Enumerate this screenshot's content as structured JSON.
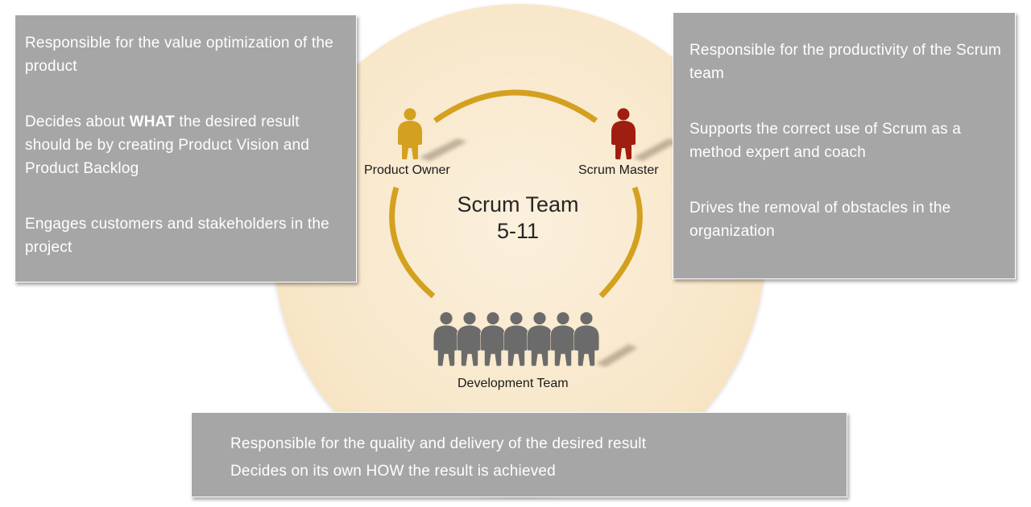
{
  "roles": {
    "product_owner": {
      "label": "Product Owner",
      "color": "#d4a020",
      "points": [
        {
          "before": "Responsible for the value optimization of the product",
          "emph": "",
          "after": ""
        },
        {
          "before": "Decides about ",
          "emph": "WHAT",
          "after": " the desired result should be by creating Product Vision and Product Backlog"
        },
        {
          "before": "Engages customers and stakeholders in the project",
          "emph": "",
          "after": ""
        }
      ]
    },
    "scrum_master": {
      "label": "Scrum Master",
      "color": "#a01e10",
      "points": [
        "Responsible for the productivity of the Scrum team",
        "Supports the correct use of Scrum as a method expert and coach",
        "Drives the removal of obstacles in the organization"
      ]
    },
    "development_team": {
      "label": "Development Team",
      "color": "#6b6b6b",
      "points": [
        "Responsible for the quality and delivery of the desired result",
        "Decides on its own HOW the result is achieved"
      ]
    }
  },
  "team": {
    "title": "Scrum Team",
    "size": "5-11"
  },
  "colors": {
    "box_fill": "#a6a6a6",
    "arc": "#d4a020",
    "circle_fill": "#f8e7c9"
  },
  "icons": [
    "person-icon"
  ]
}
